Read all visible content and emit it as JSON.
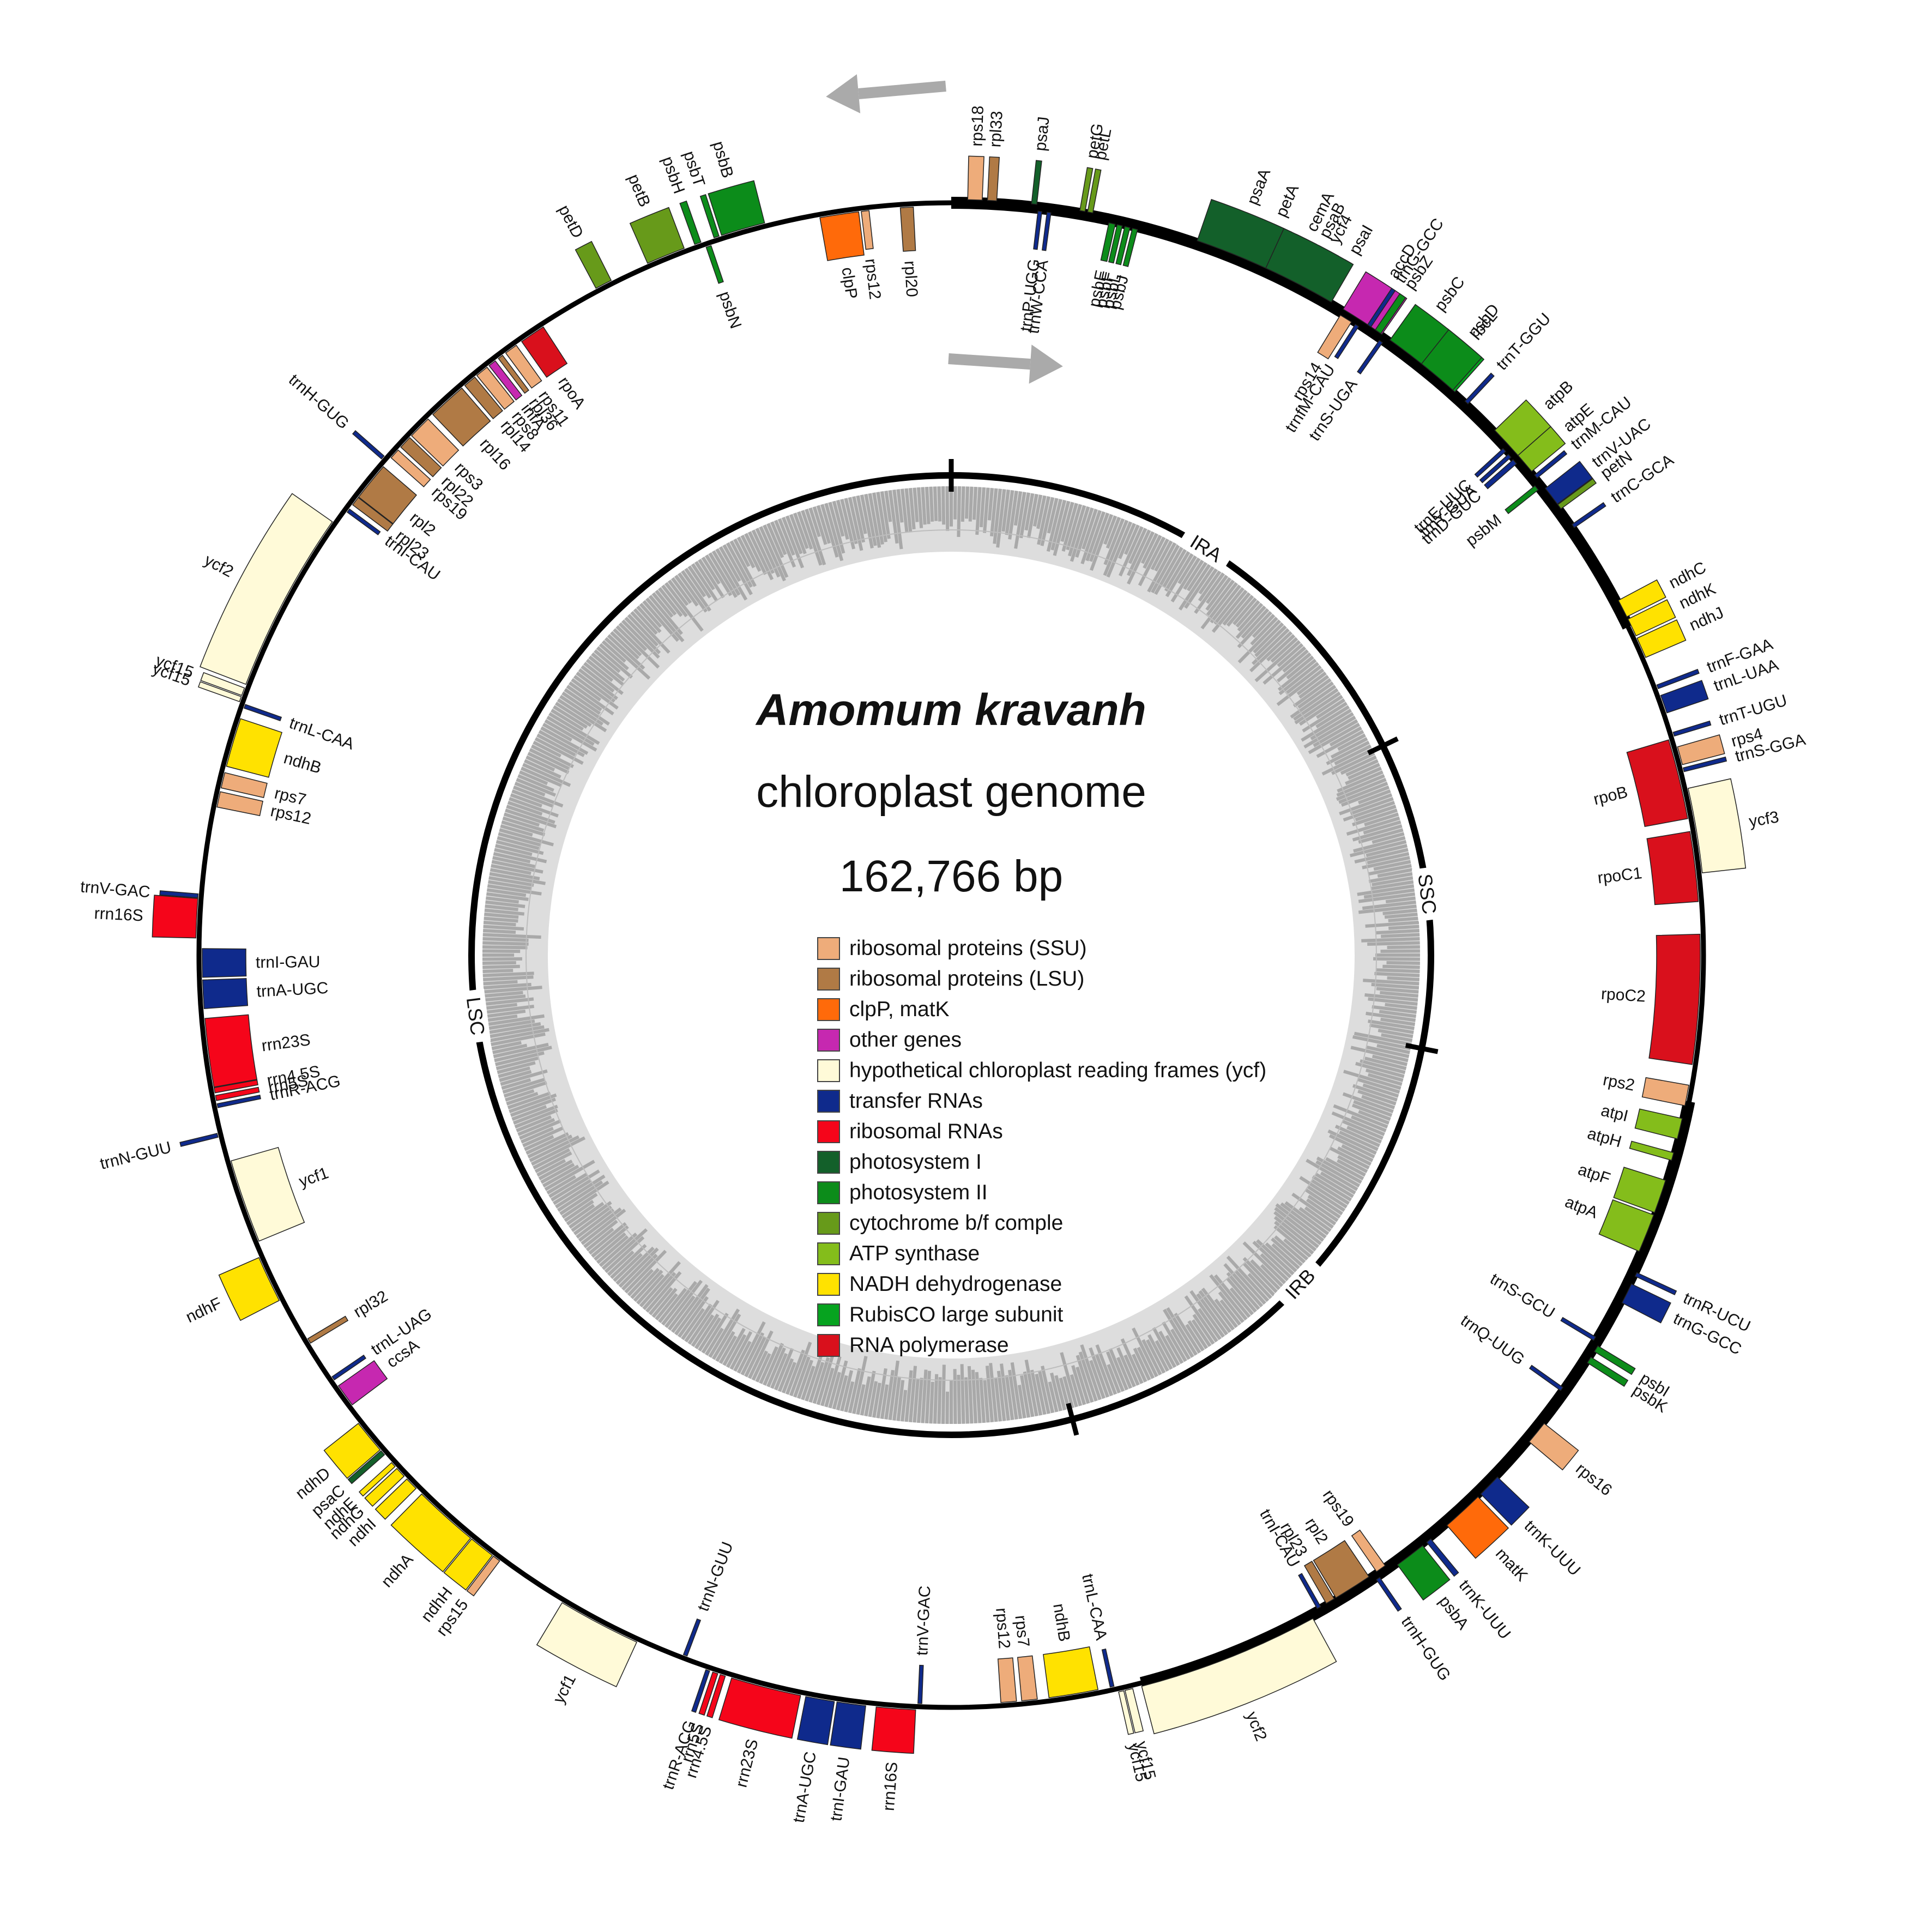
{
  "title": {
    "species": "Amomum kravanh",
    "subtitle": "chloroplast genome",
    "size": "162,766 bp"
  },
  "genome_length": 162766,
  "regions": [
    {
      "label": "LSC",
      "start": 0,
      "end": 88000
    },
    {
      "label": "IRB",
      "start": 88000,
      "end": 117000
    },
    {
      "label": "SSC",
      "start": 117000,
      "end": 133766
    },
    {
      "label": "IRA",
      "start": 133766,
      "end": 162766
    }
  ],
  "categories": {
    "ssu": {
      "label": "ribosomal proteins (SSU)",
      "color": "#EEAC7A"
    },
    "lsu": {
      "label": "ribosomal proteins (LSU)",
      "color": "#B07A45"
    },
    "clp": {
      "label": "clpP, matK",
      "color": "#FF6A0A"
    },
    "oth": {
      "label": "other genes",
      "color": "#C628B0"
    },
    "ycf": {
      "label": "hypothetical chloroplast reading frames (ycf)",
      "color": "#FFFAD8"
    },
    "trna": {
      "label": "transfer RNAs",
      "color": "#0F2A8C"
    },
    "rrna": {
      "label": "ribosomal RNAs",
      "color": "#F5051A"
    },
    "ps1": {
      "label": "photosystem I",
      "color": "#13602A"
    },
    "ps2": {
      "label": "photosystem II",
      "color": "#0C8C1A"
    },
    "cyt": {
      "label": "cytochrome b/f comple",
      "color": "#679A1A"
    },
    "atp": {
      "label": "ATP synthase",
      "color": "#84BD1B"
    },
    "ndh": {
      "label": "NADH dehydrogenase",
      "color": "#FFE200"
    },
    "rbc": {
      "label": "RubisCO large subunit",
      "color": "#06A31F"
    },
    "rpo": {
      "label": "RNA polymerase",
      "color": "#D9101C"
    }
  },
  "legend_order": [
    "ssu",
    "lsu",
    "clp",
    "oth",
    "ycf",
    "trna",
    "rrna",
    "ps1",
    "ps2",
    "cyt",
    "atp",
    "ndh",
    "rbc",
    "rpo"
  ],
  "genes": [
    {
      "name": "ycf3",
      "cat": "ycf",
      "a": -9.5,
      "w": 6.5,
      "side": "out",
      "h": 80
    },
    {
      "name": "rps4",
      "cat": "ssu",
      "a": -15.3,
      "w": 1.4,
      "side": "out",
      "h": 80
    },
    {
      "name": "trnT-UGU",
      "cat": "trna",
      "a": -17.0,
      "w": 0.3,
      "side": "out",
      "h": 70
    },
    {
      "name": "trnS-GGA",
      "cat": "trna",
      "a": -14.2,
      "w": 0.3,
      "side": "out",
      "h": 80
    },
    {
      "name": "ndhJ",
      "cat": "ndh",
      "a": -24.0,
      "w": 1.6,
      "side": "out",
      "h": 80
    },
    {
      "name": "ndhK",
      "cat": "ndh",
      "a": -25.7,
      "w": 1.4,
      "side": "out",
      "h": 80
    },
    {
      "name": "ndhC",
      "cat": "ndh",
      "a": -27.3,
      "w": 1.4,
      "side": "out",
      "h": 80
    },
    {
      "name": "trnF-GAA",
      "cat": "trna",
      "a": -20.8,
      "w": 0.3,
      "side": "out",
      "h": 80
    },
    {
      "name": "trnL-UAA",
      "cat": "trna",
      "a": -19.4,
      "w": 1.4,
      "side": "out",
      "h": 80
    },
    {
      "name": "trnV-UAC",
      "cat": "trna",
      "a": -37.4,
      "w": 1.5,
      "side": "out",
      "h": 80
    },
    {
      "name": "trnM-CAU",
      "cat": "trna",
      "a": -39.3,
      "w": 0.3,
      "side": "out",
      "h": 70
    },
    {
      "name": "atpE",
      "cat": "atp",
      "a": -40.6,
      "w": 1.6,
      "side": "out",
      "h": 80
    },
    {
      "name": "atpB",
      "cat": "atp",
      "a": -42.7,
      "w": 2.6,
      "side": "out",
      "h": 80
    },
    {
      "name": "rbcL",
      "cat": "rbc",
      "a": -49.8,
      "w": 3.2,
      "side": "out",
      "h": 80
    },
    {
      "name": "accD",
      "cat": "oth",
      "a": -57.0,
      "w": 3.5,
      "side": "out",
      "h": 80
    },
    {
      "name": "psaI",
      "cat": "ps1",
      "a": -60.2,
      "w": 0.5,
      "side": "out",
      "h": 80
    },
    {
      "name": "ycf4",
      "cat": "ycf",
      "a": -61.8,
      "w": 1.6,
      "side": "out",
      "h": 80
    },
    {
      "name": "cemA",
      "cat": "oth",
      "a": -63.6,
      "w": 1.6,
      "side": "out",
      "h": 80
    },
    {
      "name": "petA",
      "cat": "cyt",
      "a": -66.0,
      "w": 2.4,
      "side": "out",
      "h": 80
    },
    {
      "name": "psbJ",
      "cat": "ps2",
      "a": -75.8,
      "w": 0.4,
      "side": "in",
      "h": 70
    },
    {
      "name": "psbL",
      "cat": "ps2",
      "a": -76.4,
      "w": 0.4,
      "side": "in",
      "h": 70
    },
    {
      "name": "psbF",
      "cat": "ps2",
      "a": -77.0,
      "w": 0.4,
      "side": "in",
      "h": 70
    },
    {
      "name": "psbE",
      "cat": "ps2",
      "a": -77.6,
      "w": 0.5,
      "side": "in",
      "h": 70
    },
    {
      "name": "petL",
      "cat": "cyt",
      "a": -79.4,
      "w": 0.4,
      "side": "out",
      "h": 80
    },
    {
      "name": "petG",
      "cat": "cyt",
      "a": -80.0,
      "w": 0.4,
      "side": "out",
      "h": 80
    },
    {
      "name": "trnW-CCA",
      "cat": "trna",
      "a": -82.5,
      "w": 0.3,
      "side": "in",
      "h": 70
    },
    {
      "name": "trnP-UGG",
      "cat": "trna",
      "a": -83.2,
      "w": 0.3,
      "side": "in",
      "h": 70
    },
    {
      "name": "psaJ",
      "cat": "ps1",
      "a": -83.7,
      "w": 0.4,
      "side": "out",
      "h": 80
    },
    {
      "name": "rpl33",
      "cat": "lsu",
      "a": -86.9,
      "w": 0.7,
      "side": "out",
      "h": 80
    },
    {
      "name": "rps18",
      "cat": "ssu",
      "a": -88.2,
      "w": 1.1,
      "side": "out",
      "h": 80
    },
    {
      "name": "rpl20",
      "cat": "lsu",
      "a": -93.4,
      "w": 1.0,
      "side": "in",
      "h": 80
    },
    {
      "name": "rps12",
      "cat": "ssu",
      "a": -96.6,
      "w": 0.6,
      "side": "in",
      "h": 70
    },
    {
      "name": "clpP",
      "cat": "clp",
      "a": -98.6,
      "w": 3.0,
      "side": "in",
      "h": 80
    },
    {
      "name": "psbB",
      "cat": "ps2",
      "a": -106.0,
      "w": 3.4,
      "side": "out",
      "h": 80
    },
    {
      "name": "psbT",
      "cat": "ps2",
      "a": -108.1,
      "w": 0.4,
      "side": "out",
      "h": 80
    },
    {
      "name": "psbN",
      "cat": "ps2",
      "a": -108.9,
      "w": 0.4,
      "side": "in",
      "h": 70
    },
    {
      "name": "psbH",
      "cat": "ps2",
      "a": -109.6,
      "w": 0.5,
      "side": "out",
      "h": 80
    },
    {
      "name": "petB",
      "cat": "cyt",
      "a": -112.2,
      "w": 3.0,
      "side": "out",
      "h": 80
    },
    {
      "name": "petD",
      "cat": "cyt",
      "a": -117.4,
      "w": 1.3,
      "side": "out",
      "h": 80
    },
    {
      "name": "rpoA",
      "cat": "rpo",
      "a": -124.0,
      "w": 2.0,
      "side": "in",
      "h": 80
    },
    {
      "name": "rps11",
      "cat": "ssu",
      "a": -126.0,
      "w": 1.0,
      "side": "in",
      "h": 80
    },
    {
      "name": "rpl36",
      "cat": "lsu",
      "a": -127.0,
      "w": 0.4,
      "side": "in",
      "h": 80
    },
    {
      "name": "infA",
      "cat": "oth",
      "a": -127.8,
      "w": 0.6,
      "side": "in",
      "h": 80
    },
    {
      "name": "rps8",
      "cat": "ssu",
      "a": -128.8,
      "w": 1.0,
      "side": "in",
      "h": 80
    },
    {
      "name": "rpl14",
      "cat": "lsu",
      "a": -130.0,
      "w": 1.0,
      "side": "in",
      "h": 80
    },
    {
      "name": "rpl16",
      "cat": "lsu",
      "a": -132.3,
      "w": 3.0,
      "side": "in",
      "h": 80
    },
    {
      "name": "rps3",
      "cat": "ssu",
      "a": -135.2,
      "w": 1.8,
      "side": "in",
      "h": 80
    },
    {
      "name": "rpl22",
      "cat": "lsu",
      "a": -136.8,
      "w": 1.0,
      "side": "in",
      "h": 80
    },
    {
      "name": "rps19",
      "cat": "ssu",
      "a": -138.0,
      "w": 0.8,
      "side": "in",
      "h": 80
    },
    {
      "name": "trnH-GUG",
      "cat": "trna",
      "a": -138.8,
      "w": 0.3,
      "side": "out",
      "h": 70
    },
    {
      "name": "rpl2",
      "cat": "lsu",
      "a": -140.8,
      "w": 3.0,
      "side": "in",
      "h": 80
    },
    {
      "name": "rpl23",
      "cat": "lsu",
      "a": -142.7,
      "w": 0.7,
      "side": "in",
      "h": 80
    },
    {
      "name": "trnI-CAU",
      "cat": "trna",
      "a": -143.6,
      "w": 0.3,
      "side": "in",
      "h": 70
    },
    {
      "name": "ycf2",
      "cat": "ycf",
      "a": -152.0,
      "w": 14.0,
      "side": "out",
      "h": 90
    },
    {
      "name": "ycf15",
      "cat": "ycf",
      "a": -159.6,
      "w": 0.6,
      "side": "out",
      "h": 80
    },
    {
      "name": "ycf15",
      "cat": "ycf",
      "a": -160.2,
      "w": 0.4,
      "side": "out",
      "h": 80
    },
    {
      "name": "trnL-CAA",
      "cat": "trna",
      "a": -160.6,
      "w": 0.3,
      "side": "in",
      "h": 70
    },
    {
      "name": "ndhB",
      "cat": "ndh",
      "a": -163.5,
      "w": 3.8,
      "side": "in",
      "h": 80
    },
    {
      "name": "rps7",
      "cat": "ssu",
      "a": -166.5,
      "w": 1.2,
      "side": "in",
      "h": 80
    },
    {
      "name": "rps12",
      "cat": "ssu",
      "a": -168.0,
      "w": 1.2,
      "side": "in",
      "h": 80
    },
    {
      "name": "trnV-GAC",
      "cat": "trna",
      "a": -175.5,
      "w": 0.3,
      "side": "out",
      "h": 70
    },
    {
      "name": "rrn16S",
      "cat": "rrna",
      "a": -177.2,
      "w": 3.0,
      "side": "out",
      "h": 80
    },
    {
      "name": "trnI-GAU",
      "cat": "trna",
      "a": -180.6,
      "w": 2.2,
      "side": "in",
      "h": 80
    },
    {
      "name": "trnA-UGC",
      "cat": "trna",
      "a": -183.0,
      "w": 2.2,
      "side": "in",
      "h": 80
    },
    {
      "name": "rrn23S",
      "cat": "rrna",
      "a": -187.5,
      "w": 5.3,
      "side": "in",
      "h": 80
    },
    {
      "name": "rrn4.5S",
      "cat": "rrna",
      "a": -190.4,
      "w": 0.4,
      "side": "in",
      "h": 80
    },
    {
      "name": "rrn5S",
      "cat": "rrna",
      "a": -191.0,
      "w": 0.4,
      "side": "in",
      "h": 80
    },
    {
      "name": "trnR-ACG",
      "cat": "trna",
      "a": -191.6,
      "w": 0.3,
      "side": "in",
      "h": 80
    },
    {
      "name": "trnN-GUU",
      "cat": "trna",
      "a": -193.8,
      "w": 0.3,
      "side": "out",
      "h": 70
    },
    {
      "name": "ycf1",
      "cat": "ycf",
      "a": -199.2,
      "w": 6.5,
      "side": "in",
      "h": 90
    },
    {
      "name": "ndhF",
      "cat": "ndh",
      "a": -205.4,
      "w": 3.6,
      "side": "out",
      "h": 80
    },
    {
      "name": "rpl32",
      "cat": "lsu",
      "a": -211.0,
      "w": 0.4,
      "side": "in",
      "h": 80
    },
    {
      "name": "trnL-UAG",
      "cat": "trna",
      "a": -214.4,
      "w": 0.3,
      "side": "in",
      "h": 70
    },
    {
      "name": "ccsA",
      "cat": "oth",
      "a": -216.0,
      "w": 1.8,
      "side": "in",
      "h": 80
    },
    {
      "name": "ndhD",
      "cat": "ndh",
      "a": -219.6,
      "w": 2.6,
      "side": "out",
      "h": 80
    },
    {
      "name": "psaC",
      "cat": "ps1",
      "a": -221.2,
      "w": 0.4,
      "side": "out",
      "h": 80
    },
    {
      "name": "ndhE",
      "cat": "ndh",
      "a": -222.4,
      "w": 0.4,
      "side": "out",
      "h": 80
    },
    {
      "name": "ndhG",
      "cat": "ndh",
      "a": -223.2,
      "w": 0.8,
      "side": "out",
      "h": 80
    },
    {
      "name": "ndhI",
      "cat": "ndh",
      "a": -224.4,
      "w": 1.0,
      "side": "out",
      "h": 80
    },
    {
      "name": "ndhA",
      "cat": "ndh",
      "a": -228.0,
      "w": 5.0,
      "side": "out",
      "h": 80
    },
    {
      "name": "ndhH",
      "cat": "ndh",
      "a": -231.6,
      "w": 2.0,
      "side": "out",
      "h": 80
    },
    {
      "name": "rps15",
      "cat": "ssu",
      "a": -233.0,
      "w": 0.6,
      "side": "out",
      "h": 80
    },
    {
      "name": "ycf1",
      "cat": "ycf",
      "a": -242.2,
      "w": 6.4,
      "side": "out",
      "h": 90
    },
    {
      "name": "trnN-GUU",
      "cat": "trna",
      "a": -249.2,
      "w": 0.3,
      "side": "in",
      "h": 70
    },
    {
      "name": "trnR-ACG",
      "cat": "trna",
      "a": -251.2,
      "w": 0.3,
      "side": "out",
      "h": 80
    },
    {
      "name": "rrn5S",
      "cat": "rrna",
      "a": -251.8,
      "w": 0.4,
      "side": "out",
      "h": 80
    },
    {
      "name": "rrn4.5S",
      "cat": "rrna",
      "a": -252.4,
      "w": 0.4,
      "side": "out",
      "h": 80
    },
    {
      "name": "rrn23S",
      "cat": "rrna",
      "a": -255.8,
      "w": 5.4,
      "side": "out",
      "h": 80
    },
    {
      "name": "trnA-UGC",
      "cat": "trna",
      "a": -260.0,
      "w": 2.2,
      "side": "out",
      "h": 80
    },
    {
      "name": "trnI-GAU",
      "cat": "trna",
      "a": -262.4,
      "w": 2.2,
      "side": "out",
      "h": 80
    },
    {
      "name": "rrn16S",
      "cat": "rrna",
      "a": -265.8,
      "w": 3.0,
      "side": "out",
      "h": 80
    },
    {
      "name": "trnV-GAC",
      "cat": "trna",
      "a": -267.6,
      "w": 0.3,
      "side": "in",
      "h": 70
    },
    {
      "name": "rps12",
      "cat": "ssu",
      "a": -274.4,
      "w": 1.2,
      "side": "in",
      "h": 80
    },
    {
      "name": "rps7",
      "cat": "ssu",
      "a": -276.0,
      "w": 1.2,
      "side": "in",
      "h": 80
    },
    {
      "name": "ndhB",
      "cat": "ndh",
      "a": -279.4,
      "w": 3.8,
      "side": "in",
      "h": 80
    },
    {
      "name": "trnL-CAA",
      "cat": "trna",
      "a": -282.4,
      "w": 0.3,
      "side": "in",
      "h": 70
    },
    {
      "name": "ycf15",
      "cat": "ycf",
      "a": -283.0,
      "w": 0.4,
      "side": "out",
      "h": 80
    },
    {
      "name": "ycf15",
      "cat": "ycf",
      "a": -283.6,
      "w": 0.6,
      "side": "out",
      "h": 80
    },
    {
      "name": "ycf2",
      "cat": "ycf",
      "a": -291.6,
      "w": 14.0,
      "side": "out",
      "h": 90
    },
    {
      "name": "trnI-CAU",
      "cat": "trna",
      "a": -299.4,
      "w": 0.3,
      "side": "in",
      "h": 70
    },
    {
      "name": "rpl23",
      "cat": "lsu",
      "a": -300.4,
      "w": 0.7,
      "side": "in",
      "h": 80
    },
    {
      "name": "rpl2",
      "cat": "lsu",
      "a": -302.4,
      "w": 3.0,
      "side": "in",
      "h": 80
    },
    {
      "name": "trnH-GUG",
      "cat": "trna",
      "a": -304.4,
      "w": 0.3,
      "side": "out",
      "h": 70
    },
    {
      "name": "rps19",
      "cat": "ssu",
      "a": -305.0,
      "w": 0.8,
      "side": "in",
      "h": 80
    },
    {
      "name": "psbA",
      "cat": "ps2",
      "a": -307.4,
      "w": 2.4,
      "side": "out",
      "h": 80
    },
    {
      "name": "trnK-UUU",
      "cat": "trna",
      "a": -309.2,
      "w": 0.4,
      "side": "out",
      "h": 80
    },
    {
      "name": "matK",
      "cat": "clp",
      "a": -312.6,
      "w": 3.2,
      "side": "out",
      "h": 80
    },
    {
      "name": "trnK-UUU",
      "cat": "trna",
      "a": -315.4,
      "w": 1.8,
      "side": "out",
      "h": 80
    },
    {
      "name": "rps16",
      "cat": "ssu",
      "a": -320.8,
      "w": 1.8,
      "side": "out",
      "h": 80
    },
    {
      "name": "trnQ-UUG",
      "cat": "trna",
      "a": -324.6,
      "w": 0.3,
      "side": "in",
      "h": 70
    },
    {
      "name": "psbK",
      "cat": "ps2",
      "a": -327.6,
      "w": 0.5,
      "side": "out",
      "h": 80
    },
    {
      "name": "psbI",
      "cat": "ps2",
      "a": -328.6,
      "w": 0.5,
      "side": "out",
      "h": 80
    },
    {
      "name": "trnS-GCU",
      "cat": "trna",
      "a": -329.2,
      "w": 0.3,
      "side": "in",
      "h": 70
    },
    {
      "name": "trnG-GCC",
      "cat": "trna",
      "a": -333.4,
      "w": 1.6,
      "side": "out",
      "h": 80
    },
    {
      "name": "trnR-UCU",
      "cat": "trna",
      "a": -335.0,
      "w": 0.3,
      "side": "out",
      "h": 80
    },
    {
      "name": "atpA",
      "cat": "atp",
      "a": -338.2,
      "w": 3.0,
      "side": "in",
      "h": 80
    },
    {
      "name": "atpF",
      "cat": "atp",
      "a": -341.2,
      "w": 2.6,
      "side": "in",
      "h": 80
    },
    {
      "name": "atpH",
      "cat": "atp",
      "a": -344.4,
      "w": 0.6,
      "side": "in",
      "h": 80
    },
    {
      "name": "atpI",
      "cat": "atp",
      "a": -346.6,
      "w": 1.6,
      "side": "in",
      "h": 80
    },
    {
      "name": "rps2",
      "cat": "ssu",
      "a": -349.2,
      "w": 1.6,
      "side": "in",
      "h": 80
    },
    {
      "name": "rpoC2",
      "cat": "rpo",
      "a": -356.6,
      "w": 10.0,
      "side": "in",
      "h": 80
    },
    {
      "name": "rpoC1",
      "cat": "rpo",
      "a": -366.8,
      "w": 5.4,
      "side": "in",
      "h": 80
    },
    {
      "name": "rpoB",
      "cat": "rpo",
      "a": -373.6,
      "w": 6.2,
      "side": "in",
      "h": 80
    },
    {
      "name": "trnC-GCA",
      "cat": "trna",
      "a": -394.6,
      "w": 0.3,
      "side": "out",
      "h": 70
    },
    {
      "name": "petN",
      "cat": "cyt",
      "a": -396.4,
      "w": 0.4,
      "side": "out",
      "h": 80
    },
    {
      "name": "psbM",
      "cat": "ps2",
      "a": -398.6,
      "w": 0.4,
      "side": "in",
      "h": 70
    },
    {
      "name": "trnD-GUC",
      "cat": "trna",
      "a": -401.2,
      "w": 0.4,
      "side": "in",
      "h": 70
    },
    {
      "name": "trnY-GUA",
      "cat": "trna",
      "a": -401.8,
      "w": 0.3,
      "side": "in",
      "h": 70
    },
    {
      "name": "trnE-UUC",
      "cat": "trna",
      "a": -402.4,
      "w": 0.3,
      "side": "in",
      "h": 70
    },
    {
      "name": "trnT-GGU",
      "cat": "trna",
      "a": -407.0,
      "w": 0.3,
      "side": "out",
      "h": 70
    },
    {
      "name": "psbD",
      "cat": "ps2",
      "a": -410.0,
      "w": 3.2,
      "side": "out",
      "h": 80
    },
    {
      "name": "psbC",
      "cat": "ps2",
      "a": -413.0,
      "w": 3.0,
      "side": "out",
      "h": 80
    },
    {
      "name": "trnS-UGA",
      "cat": "trna",
      "a": -415.0,
      "w": 0.3,
      "side": "in",
      "h": 70
    },
    {
      "name": "psbZ",
      "cat": "ps2",
      "a": -415.6,
      "w": 0.5,
      "side": "out",
      "h": 80
    },
    {
      "name": "trnG-GCC",
      "cat": "trna",
      "a": -416.4,
      "w": 0.3,
      "side": "out",
      "h": 80
    },
    {
      "name": "trnfM-CAU",
      "cat": "trna",
      "a": -417.2,
      "w": 0.3,
      "side": "in",
      "h": 70
    },
    {
      "name": "rps14",
      "cat": "ssu",
      "a": -418.2,
      "w": 1.0,
      "side": "in",
      "h": 80
    },
    {
      "name": "psaB",
      "cat": "ps1",
      "a": -422.6,
      "w": 5.6,
      "side": "out",
      "h": 80
    },
    {
      "name": "psaA",
      "cat": "ps1",
      "a": -428.2,
      "w": 5.6,
      "side": "out",
      "h": 80
    }
  ],
  "gc_ticks": 720
}
